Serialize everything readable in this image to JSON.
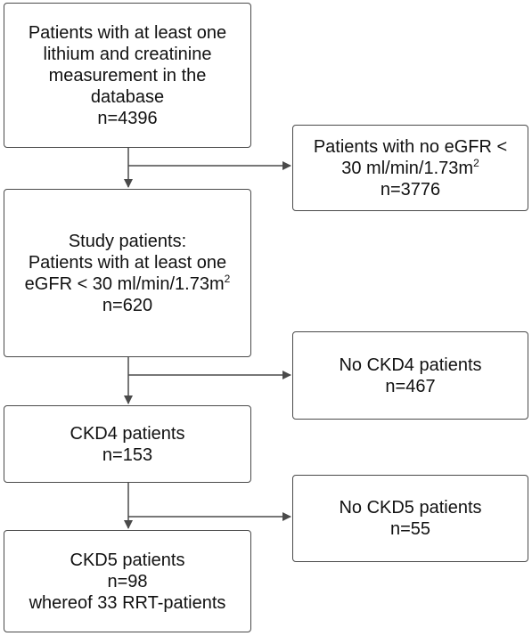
{
  "boxes": {
    "all_patients": {
      "lines": [
        "Patients with at least one",
        "lithium and creatinine",
        "measurement in the",
        "database"
      ],
      "count": "n=4396"
    },
    "no_egfr": {
      "line1": "Patients with no eGFR <",
      "line2_prefix": "30 ml/min/1.73m",
      "line2_sup": "2",
      "count": "n=3776"
    },
    "study": {
      "line1": "Study patients:",
      "line2": "Patients with at least one",
      "line3_prefix": "eGFR < 30 ml/min/1.73m",
      "line3_sup": "2",
      "count": "n=620"
    },
    "no_ckd4": {
      "label": "No CKD4 patients",
      "count": "n=467"
    },
    "ckd4": {
      "label": "CKD4 patients",
      "count": "n=153"
    },
    "no_ckd5": {
      "label": "No CKD5 patients",
      "count": "n=55"
    },
    "ckd5": {
      "label": "CKD5 patients",
      "count": "n=98",
      "note": "whereof 33 RRT-patients"
    }
  }
}
